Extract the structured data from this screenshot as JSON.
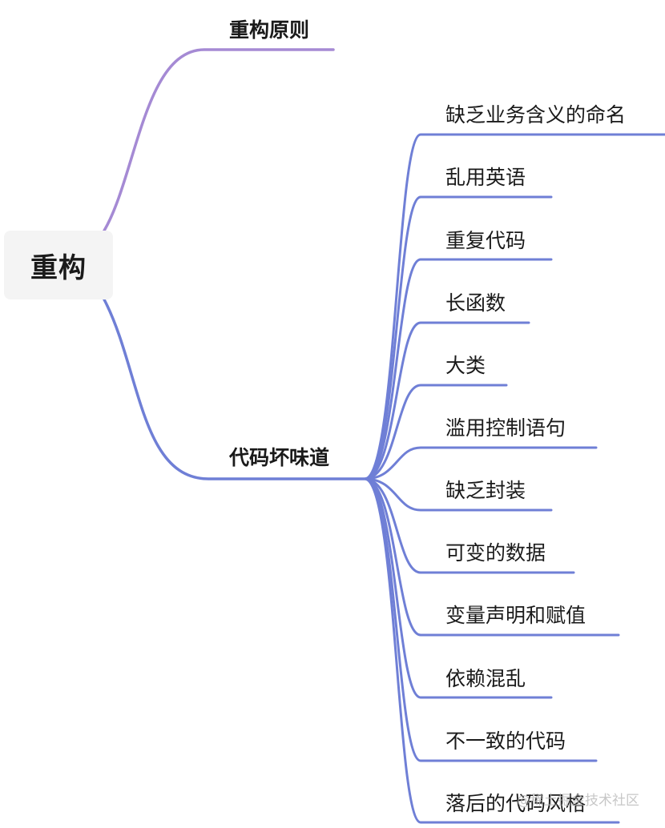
{
  "root": {
    "label": "重构"
  },
  "branches": [
    {
      "label": "重构原则",
      "color": "#a58ad4",
      "children": []
    },
    {
      "label": "代码坏味道",
      "color": "#6f7fd6",
      "children": [
        {
          "label": "缺乏业务含义的命名"
        },
        {
          "label": "乱用英语"
        },
        {
          "label": "重复代码"
        },
        {
          "label": "长函数"
        },
        {
          "label": "大类"
        },
        {
          "label": "滥用控制语句"
        },
        {
          "label": "缺乏封装"
        },
        {
          "label": "可变的数据"
        },
        {
          "label": "变量声明和赋值"
        },
        {
          "label": "依赖混乱"
        },
        {
          "label": "不一致的代码"
        },
        {
          "label": "落后的代码风格"
        }
      ]
    }
  ],
  "watermark": "@稀土掘金技术社区"
}
